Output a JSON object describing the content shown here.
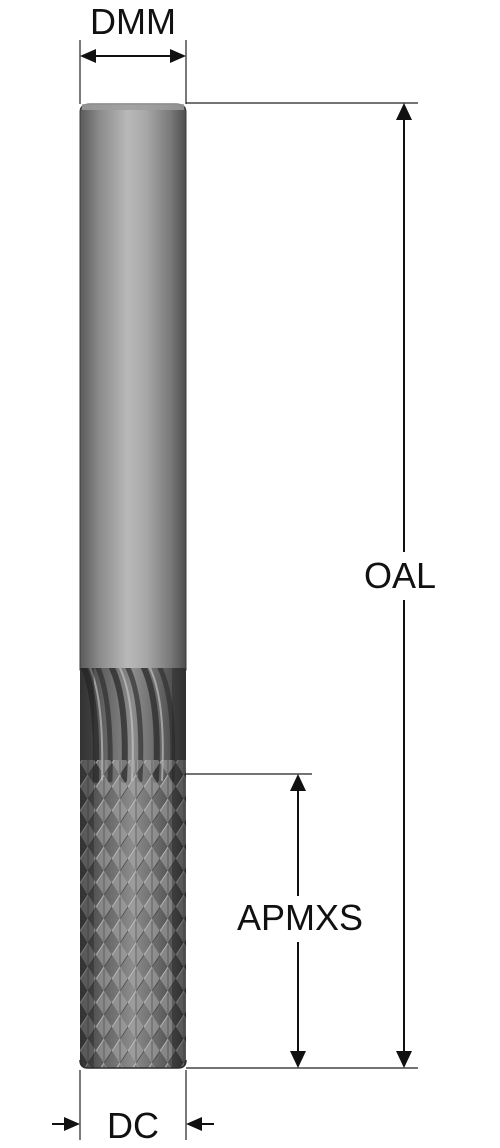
{
  "dimensions": {
    "dmm": "DMM",
    "oal": "OAL",
    "apmxs": "APMXS",
    "dc": "DC"
  },
  "colors": {
    "tool_dark": "#4a4a4a",
    "tool_mid": "#8e8e8e",
    "tool_light": "#c4c4c4",
    "line": "#111111"
  }
}
